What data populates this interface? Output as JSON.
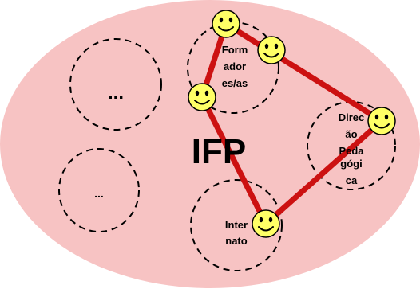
{
  "main_label": "IFP",
  "groups": [
    {
      "id": "ellipsis-top",
      "lines": [
        "..."
      ]
    },
    {
      "id": "ellipsis-bottom",
      "lines": [
        "..."
      ]
    },
    {
      "id": "formadores",
      "lines": [
        "Form",
        "ador",
        "es/as"
      ]
    },
    {
      "id": "direcao",
      "lines": [
        "Direc",
        "ão",
        "Peda",
        "gógi",
        "ca"
      ]
    },
    {
      "id": "internato",
      "lines": [
        "Inter",
        "nato"
      ]
    }
  ],
  "colors": {
    "background_ellipse": "#f7c3c3",
    "connection_line": "#cc1111",
    "smiley_fill": "#ffff66",
    "dashed_circle": "#000000"
  },
  "icons": [
    "smiley-face-icon"
  ]
}
